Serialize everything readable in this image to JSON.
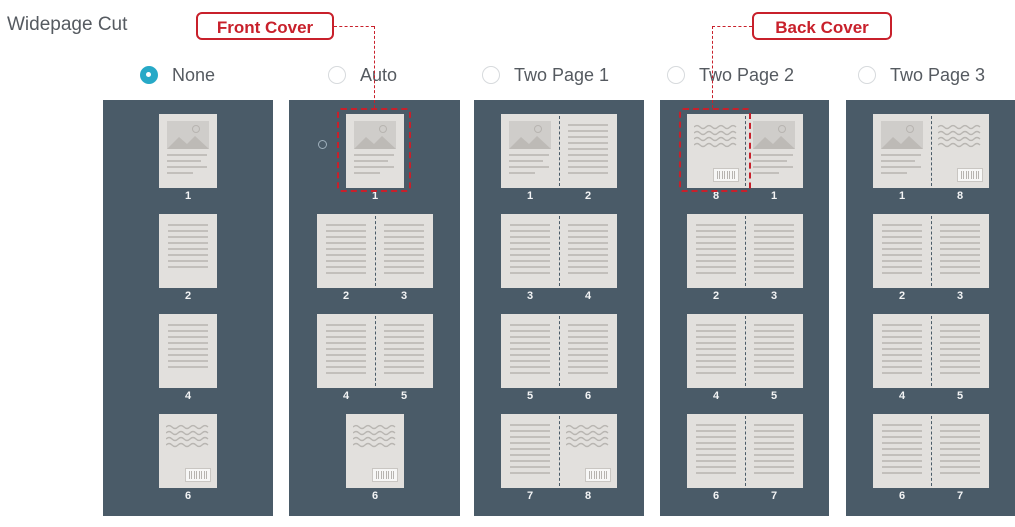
{
  "title": "Widepage Cut",
  "callouts": {
    "front": "Front Cover",
    "back": "Back Cover"
  },
  "options": [
    {
      "label": "None",
      "selected": true
    },
    {
      "label": "Auto",
      "selected": false
    },
    {
      "label": "Two Page 1",
      "selected": false
    },
    {
      "label": "Two Page 2",
      "selected": false
    },
    {
      "label": "Two Page 3",
      "selected": false
    }
  ],
  "columns": [
    {
      "rows": [
        [
          "1"
        ],
        [
          "2"
        ],
        [
          "4"
        ],
        [
          "6"
        ]
      ]
    },
    {
      "rows": [
        [
          "1"
        ],
        [
          "2",
          "3"
        ],
        [
          "4",
          "5"
        ],
        [
          "6"
        ]
      ]
    },
    {
      "rows": [
        [
          "1",
          "2"
        ],
        [
          "3",
          "4"
        ],
        [
          "5",
          "6"
        ],
        [
          "7",
          "8"
        ]
      ]
    },
    {
      "rows": [
        [
          "8",
          "1"
        ],
        [
          "2",
          "3"
        ],
        [
          "4",
          "5"
        ],
        [
          "6",
          "7"
        ]
      ]
    },
    {
      "rows": [
        [
          "1",
          "8"
        ],
        [
          "2",
          "3"
        ],
        [
          "4",
          "5"
        ],
        [
          "6",
          "7"
        ]
      ]
    }
  ],
  "colors": {
    "panel": "#4a5b68",
    "page": "#e2e0dd",
    "accent": "#27a9c7",
    "callout": "#c8202b"
  }
}
